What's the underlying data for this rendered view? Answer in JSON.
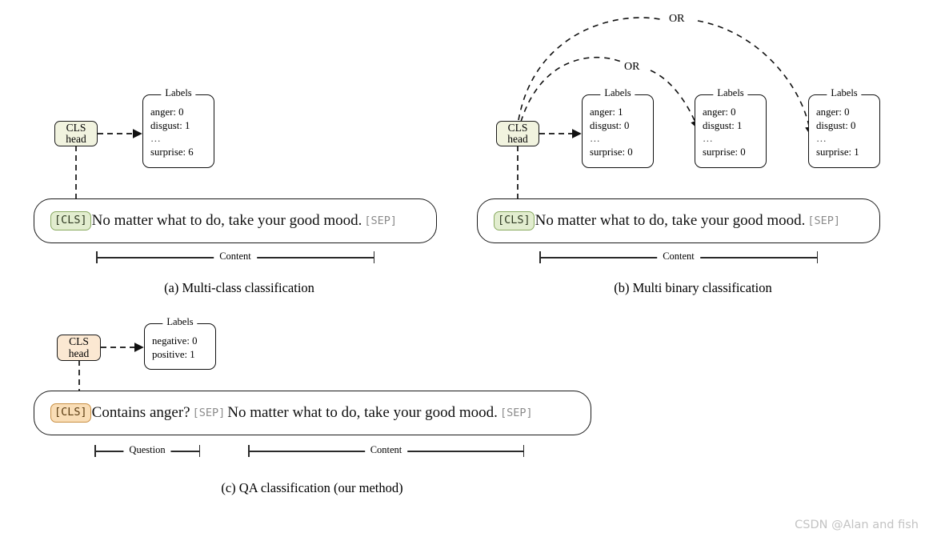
{
  "figure": {
    "watermark": "CSDN @Alan and fish",
    "sentence_text": "No matter what to do, take your good mood.",
    "question_text": "Contains anger?",
    "tokens": {
      "cls": "[CLS]",
      "sep": "[SEP]"
    },
    "head_label": {
      "line1": "CLS",
      "line2": "head"
    },
    "labels_title": "Labels",
    "ellipsis": "…",
    "or_label": "OR",
    "colors": {
      "head_green": "#f1f3df",
      "head_orange": "#fbe8d2",
      "cls_token_green_bg": "#e2edcf",
      "cls_token_green_border": "#8aab62",
      "cls_token_orange_bg": "#f9ddb6",
      "cls_token_orange_border": "#c98f43",
      "sep_token": "#8c8c8c",
      "stroke": "#111111",
      "watermark": "#c3c3c3"
    }
  },
  "panels": [
    {
      "id": "a",
      "caption": "(a) Multi-class classification",
      "label_boxes": [
        {
          "title": "Labels",
          "rows": [
            {
              "name": "anger",
              "value": "0",
              "text": "anger: 0"
            },
            {
              "name": "disgust",
              "value": "1",
              "text": "disgust: 1"
            },
            {
              "name": "ellipsis",
              "value": "",
              "text": "…"
            },
            {
              "name": "surprise",
              "value": "6",
              "text": "surprise: 6"
            }
          ]
        }
      ],
      "measures": [
        {
          "label": "Content"
        }
      ]
    },
    {
      "id": "b",
      "caption": "(b) Multi binary classification",
      "label_boxes": [
        {
          "title": "Labels",
          "rows": [
            {
              "name": "anger",
              "value": "1",
              "text": "anger: 1"
            },
            {
              "name": "disgust",
              "value": "0",
              "text": "disgust: 0"
            },
            {
              "name": "ellipsis",
              "value": "",
              "text": "…"
            },
            {
              "name": "surprise",
              "value": "0",
              "text": "surprise: 0"
            }
          ]
        },
        {
          "title": "Labels",
          "rows": [
            {
              "name": "anger",
              "value": "0",
              "text": "anger: 0"
            },
            {
              "name": "disgust",
              "value": "1",
              "text": "disgust: 1"
            },
            {
              "name": "ellipsis",
              "value": "",
              "text": "…"
            },
            {
              "name": "surprise",
              "value": "0",
              "text": "surprise: 0"
            }
          ]
        },
        {
          "title": "Labels",
          "rows": [
            {
              "name": "anger",
              "value": "0",
              "text": "anger: 0"
            },
            {
              "name": "disgust",
              "value": "0",
              "text": "disgust: 0"
            },
            {
              "name": "ellipsis",
              "value": "",
              "text": "…"
            },
            {
              "name": "surprise",
              "value": "1",
              "text": "surprise: 1"
            }
          ]
        }
      ],
      "or_labels": [
        "OR",
        "OR"
      ],
      "measures": [
        {
          "label": "Content"
        }
      ]
    },
    {
      "id": "c",
      "caption": "(c) QA classification (our method)",
      "label_boxes": [
        {
          "title": "Labels",
          "rows": [
            {
              "name": "negative",
              "value": "0",
              "text": "negative: 0"
            },
            {
              "name": "positive",
              "value": "1",
              "text": "positive: 1"
            }
          ]
        }
      ],
      "measures": [
        {
          "label": "Question"
        },
        {
          "label": "Content"
        }
      ]
    }
  ]
}
